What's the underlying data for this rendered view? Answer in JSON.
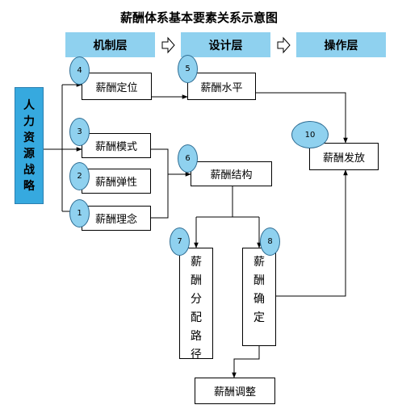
{
  "title": "薪酬体系基本要素关系示意图",
  "layers": {
    "mechanism": "机制层",
    "design": "设计层",
    "operation": "操作层"
  },
  "side_label": [
    "人",
    "力",
    "资",
    "源",
    "战",
    "略"
  ],
  "boxes": {
    "positioning": "薪酬定位",
    "mode": "薪酬模式",
    "elasticity": "薪酬弹性",
    "philosophy": "薪酬理念",
    "level": "薪酬水平",
    "structure": "薪酬结构",
    "distribution": [
      "薪",
      "酬",
      "分",
      "配",
      "路",
      "径"
    ],
    "determination": [
      "薪",
      "酬",
      "确",
      "定"
    ],
    "adjustment": "薪酬调整",
    "payment": "薪酬发放"
  },
  "badges": {
    "b1": "1",
    "b2": "2",
    "b3": "3",
    "b4": "4",
    "b5": "5",
    "b6": "6",
    "b7": "7",
    "b8": "8",
    "b10": "10"
  },
  "colors": {
    "layer_fill": "#8fd1ef",
    "side_fill": "#36a9df",
    "badge_fill": "#8fd1ef",
    "line": "#000000"
  }
}
